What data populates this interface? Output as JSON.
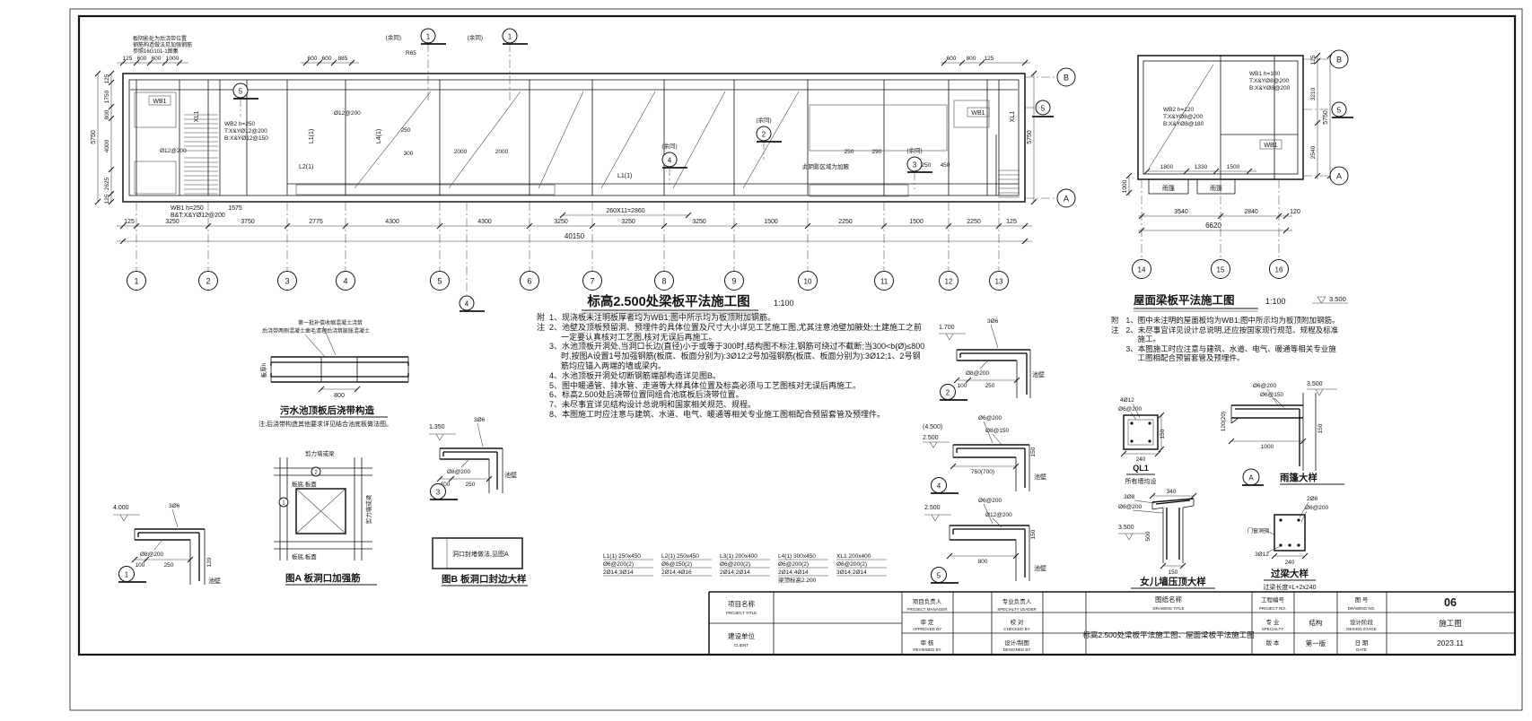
{
  "main_plan": {
    "title": "标高2.500处梁板平法施工图",
    "scale": "1:100",
    "grids": [
      "1",
      "2",
      "3",
      "4",
      "5",
      "6",
      "7",
      "8",
      "9",
      "10",
      "11",
      "12",
      "13"
    ],
    "row_top": "B",
    "row_bottom": "A",
    "dims_bottom": [
      "125",
      "3250",
      "3750",
      "2775",
      "4300",
      "4300",
      "3250",
      "3250",
      "3250",
      "1500",
      "2250",
      "1500",
      "2250",
      "125"
    ],
    "total": "40150",
    "sub_chain": "260X11=2860",
    "dims_left": [
      "125",
      "1750",
      "800",
      "4000",
      "2625",
      "125"
    ],
    "left_total": "5750",
    "right_total": "5750",
    "dims_top": [
      "125",
      "600",
      "600",
      "1000",
      "600",
      "600",
      "885",
      "600",
      "800",
      "125"
    ],
    "r65": "R65",
    "yutong": "(余同)",
    "sec1": "1",
    "sec2": "2",
    "sec3": "3",
    "sec4": "4",
    "sec5": "5",
    "corner_note": [
      "板阴影处为后浇带位置",
      "钢筋构造做法见加强钢筋",
      "参照16G101-1图集"
    ],
    "wb1_box": "WB1",
    "xl1": "XL1",
    "wb2_spec": [
      "WB2 h=250",
      "T:X&YØ12@200",
      "B:X&YØ12@150"
    ],
    "wb1_spec": [
      "WB1 h=250",
      "B&T:X&YØ12@200"
    ],
    "dim_1575": "1575",
    "beams": {
      "l1": "L1(1)",
      "l2": "L2(1)",
      "l4": "L4(1)"
    },
    "reb": "Ø12@200",
    "haunch_note": "此阴影区域为加腋",
    "d250": "250",
    "d300": "300",
    "d2000": "2000",
    "d290": "290",
    "d1250": "1250",
    "d450": "450"
  },
  "roof_plan": {
    "title": "屋面梁板平法施工图",
    "scale": "1:100",
    "level": "3.500",
    "grids": [
      "14",
      "15",
      "16"
    ],
    "row_top": "B",
    "row_bottom": "A",
    "sec5": "5",
    "dims_bottom": [
      "3540",
      "2840",
      "120"
    ],
    "total": "6620",
    "dims_inner": [
      "1800",
      "1330",
      "1500"
    ],
    "dims_right": [
      "125",
      "3210",
      "2540"
    ],
    "right_total": "5750",
    "dim_left": "1000",
    "wb1_spec": [
      "WB1 h=100",
      "T:X&YØ8@200",
      "B:X&YØ8@200"
    ],
    "wb2_spec": [
      "WB2 h=120",
      "T:X&YØ8@200",
      "B:X&YØ8@180"
    ],
    "wb1_box": "WB1",
    "canopy": "雨篷"
  },
  "notes_main": {
    "prefix": "附注",
    "items": [
      "1、现浇板未注明板厚者均为WB1;图中所示均为板顶附加钢筋。",
      "2、池壁及顶板预留洞、预埋件的具体位置及尺寸大小详见工艺施工图,尤其注意池壁加腋处;土建施工之前一定要认真核对工艺图,核对无误后再施工。",
      "3、水池顶板开洞处,当洞口长边(直径)小于或等于300时,结构图不标注,钢筋可绕过不截断;当300<b(Ø)≤800时,按图A设置1号加强钢筋(板底、板面分别为):3Ø12;2号加强钢筋(板底、板面分别为):3Ø12;1、2号钢筋均应锚入两端的墙或梁内。",
      "4、水池顶板开洞处切断钢筋端部构造详见图B。",
      "5、图中暖通管、排水管、走道等大样具体位置及标高必须与工艺图核对无误后再施工。",
      "6、标高2.500处后浇带位置同组合池底板后浇带位置。",
      "7、未尽事宜详见结构设计总说明和国家相关规范、规程。",
      "8、本图施工时应注意与建筑、水道、电气、暖通等相关专业施工图相配合预留套管及预埋件。"
    ]
  },
  "notes_roof": {
    "prefix": "附注",
    "items": [
      "1、图中未注明的屋面板均为WB1;图中所示均为板顶附加钢筋。",
      "2、未尽事宜详见设计总说明,还应按国家现行规范、规程及标准施工。",
      "3、本图施工时应注意与建筑、水道、电气、暖通等相关专业施工图相配合预留套管及预埋件。"
    ]
  },
  "beam_schedule": [
    {
      "name": "L1(1) 250x450",
      "stirrup": "Ø6@200(2)",
      "bars": "2Ø14;3Ø14",
      "extra": ""
    },
    {
      "name": "L2(1) 250x450",
      "stirrup": "Ø6@150(2)",
      "bars": "2Ø14;4Ø16",
      "extra": ""
    },
    {
      "name": "L3(1) 200x400",
      "stirrup": "Ø6@200(2)",
      "bars": "2Ø14;2Ø14",
      "extra": ""
    },
    {
      "name": "L4(1) 300x450",
      "stirrup": "Ø6@200(2)",
      "bars": "2Ø14;4Ø14",
      "extra": "梁顶标高2.200"
    },
    {
      "name": "XL1 200x400",
      "stirrup": "Ø6@200(2)",
      "bars": "3Ø14;2Ø14",
      "extra": ""
    }
  ],
  "details": {
    "pjd": {
      "title": "污水池顶板后浇带构造",
      "tip1": "第一批补偿收缩混凝土浇筑",
      "tip2": "后浇带两侧混凝土凿毛清理后浇筑膨胀混凝土",
      "slab": "板厚h",
      "dim": "800",
      "note": "注:后浇带构造其他要求详见结合池底板做法图。"
    },
    "tu_a": {
      "title": "图A 板洞口加强筋",
      "strip": "板底,板面",
      "wall": "剪力墙或梁",
      "c1": "1",
      "c2": "2"
    },
    "tu_b": {
      "title": "图B 板洞口封边大样",
      "inner": "洞口封堵做法,见图A"
    },
    "d1": {
      "num": "1",
      "lv": "4.000",
      "r1": "3Ø6",
      "r2": "Ø8@200",
      "da": "100",
      "db": "250",
      "dc": "120",
      "wall": "池壁"
    },
    "d2": {
      "num": "2",
      "lv": "1.700",
      "r1": "3Ø6",
      "r2": "Ø8@200",
      "da": "100",
      "db": "250",
      "wall": "池壁"
    },
    "d3": {
      "num": "3",
      "lv": "1.350",
      "r1": "3Ø6",
      "r2": "Ø8@200",
      "da": "100",
      "db": "250",
      "wall": "池壁"
    },
    "d4": {
      "num": "4",
      "lv1": "(4.500)",
      "lv2": "2.500",
      "r1": "Ø6@200",
      "r2": "Ø8@150",
      "da": "750(700)",
      "db": "150",
      "wall": "池壁"
    },
    "d5": {
      "num": "5",
      "lv": "2.500",
      "r1": "Ø6@200",
      "r2": "Ø12@200",
      "da": "800",
      "db": "150",
      "wall": "池壁"
    },
    "ql1": {
      "name": "QL1",
      "r1": "4Ø12",
      "r2": "Ø6@200",
      "da": "240",
      "db": "150",
      "note": "所有墙均设"
    },
    "canopy": {
      "title": "雨篷大样",
      "mark": "A",
      "r1": "Ø6@200",
      "r2": "Ø6@150",
      "lv": "3.500",
      "da": "1000",
      "db": "120(20)",
      "dc": "150"
    },
    "parapet": {
      "title": "女儿墙压顶大样",
      "r1": "3Ø8",
      "r2": "Ø6@200",
      "da": "340",
      "lv": "3.500",
      "db": "500",
      "dc": "150"
    },
    "lintel": {
      "title": "过梁大样",
      "note": "过梁长度=L+2x240",
      "r1": "2Ø8",
      "r2": "Ø6@200",
      "r3": "3Ø12",
      "da": "240",
      "t": "门窗洞顶"
    }
  },
  "title_block": {
    "project_label": "项目名称",
    "project_label_en": "PROJECT TITLE",
    "client_label": "建设单位",
    "client_label_en": "CLIENT",
    "pm_label": "项目负责人",
    "pm_en": "PROJECT MANAGER",
    "approve_label": "审 定",
    "approve_en": "APPROVED BY",
    "review_label": "审 核",
    "review_en": "REVIEWED BY",
    "lead_label": "专业负责人",
    "lead_en": "SPECIALTY LEADER",
    "check_label": "校 对",
    "check_en": "CHECKED BY",
    "draw_label": "设计/制图",
    "draw_en": "DESIGNED BY",
    "dwg_title_label": "图纸名称",
    "dwg_title_en": "DRAWING TITLE",
    "dwg_title": "标高2.500处梁板平法施工图、屋面梁板平法施工图",
    "proj_no_label": "工程编号",
    "proj_no_en": "PROJECT NO.",
    "dwg_no_label": "图 号",
    "dwg_no_en": "DRAWING NO.",
    "dwg_no": "06",
    "specialty_label": "专 业",
    "specialty_en": "SPECIALTY",
    "specialty": "结构",
    "stage_label": "设计阶段",
    "stage_en": "DESIGN STAGE",
    "stage": "施工图",
    "version_label": "版 本",
    "version": "第一版",
    "date_label": "日 期",
    "date_en": "DATE",
    "date": "2023.11"
  }
}
